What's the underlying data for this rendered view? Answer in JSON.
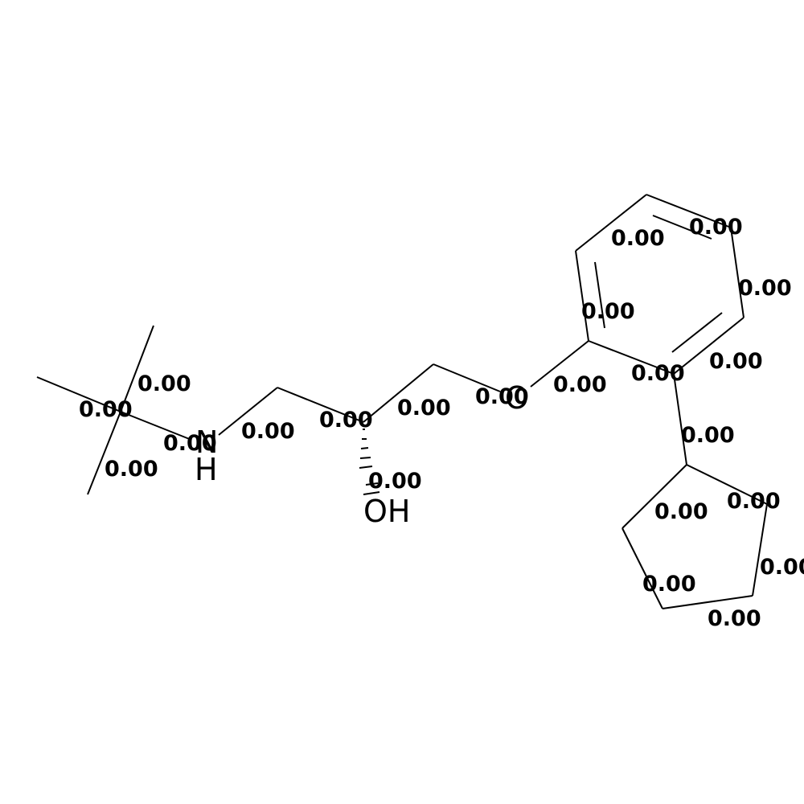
{
  "molecule": {
    "atoms": {
      "n": "N",
      "n_h": "H",
      "o_ether": "O",
      "oh": "OH"
    },
    "atom_values": [
      "0.00",
      "0.00",
      "0.00",
      "0.00",
      "0.00",
      "0.00",
      "0.00",
      "0.00",
      "0.00",
      "0.00",
      "0.00",
      "0.00",
      "0.00",
      "0.00",
      "0.00",
      "0.00",
      "0.00",
      "0.00",
      "0.00",
      "0.00",
      "0.00"
    ]
  }
}
